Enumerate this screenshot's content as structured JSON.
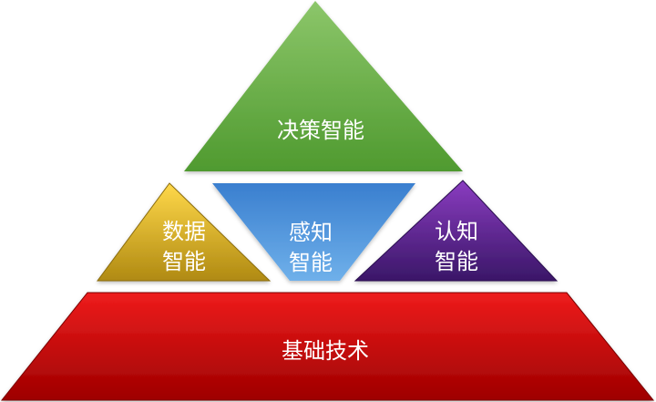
{
  "diagram": {
    "title": "",
    "segments": [
      {
        "id": "top",
        "lines": [
          "决策智能"
        ],
        "color_top": "#8cc66a",
        "color_bottom": "#4f9a2f"
      },
      {
        "id": "left",
        "lines": [
          "数据",
          "智能"
        ],
        "color_top": "#ffd84a",
        "color_bottom": "#b08a12"
      },
      {
        "id": "center",
        "lines": [
          "感知",
          "智能"
        ],
        "color_top": "#3a7fcf",
        "color_bottom": "#6fb0ea"
      },
      {
        "id": "right",
        "lines": [
          "认知",
          "智能"
        ],
        "color_top": "#8a3cc0",
        "color_bottom": "#3a1768"
      },
      {
        "id": "bottom",
        "lines": [
          "基础技术"
        ],
        "color_top": "#ee1c1c",
        "color_bottom": "#9e0000"
      }
    ]
  }
}
